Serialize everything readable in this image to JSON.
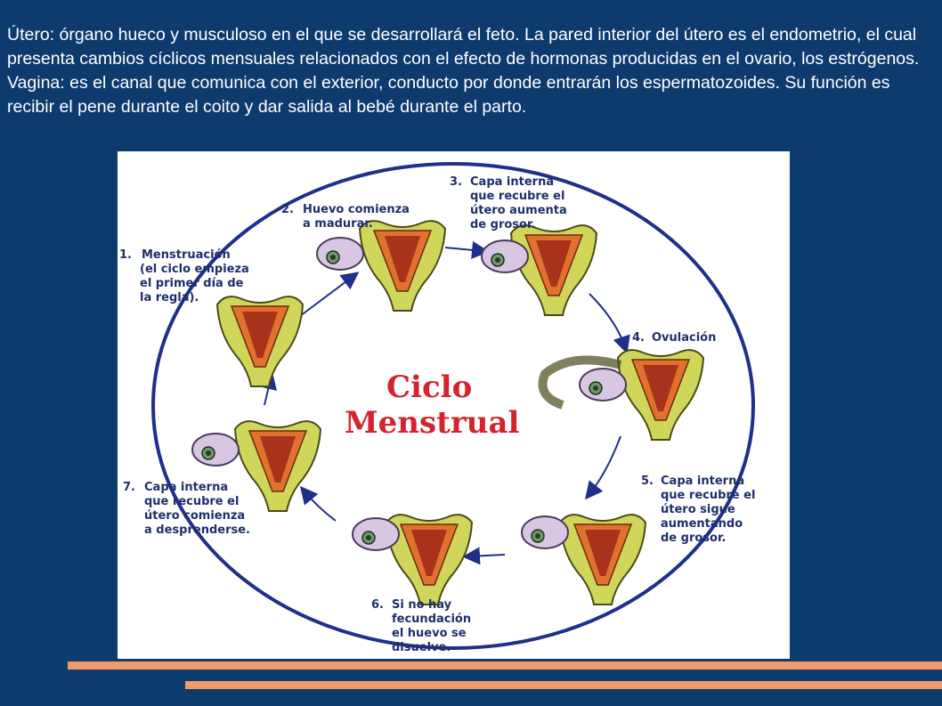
{
  "slide": {
    "paragraph1": "Útero: órgano hueco y musculoso en el que se desarrollará el feto. La pared interior del útero es el endometrio, el cual presenta cambios cíclicos mensuales relacionados con el efecto de hormonas producidas en el ovario, los estrógenos.",
    "paragraph2": "Vagina: es el canal que comunica con el exterior, conducto por donde entrarán los espermatozoides. Su función es recibir el pene durante el coito y dar salida al bebé durante el parto."
  },
  "diagram": {
    "title_line1": "Ciclo",
    "title_line2": "Menstrual",
    "stages": [
      {
        "number": "1.",
        "lines": [
          "Menstruación",
          "(el ciclo empieza",
          "el primer día de",
          "la regla)."
        ]
      },
      {
        "number": "2.",
        "lines": [
          "Huevo comienza",
          "a madurar."
        ]
      },
      {
        "number": "3.",
        "lines": [
          "Capa interna",
          "que recubre el",
          "útero aumenta",
          "de grosor."
        ]
      },
      {
        "number": "4.",
        "lines": [
          "Ovulación"
        ]
      },
      {
        "number": "5.",
        "lines": [
          "Capa interna",
          "que recubre el",
          "útero sigue",
          "aumentando",
          "de grosor."
        ]
      },
      {
        "number": "6.",
        "lines": [
          "Si no hay",
          "fecundación",
          "el huevo se",
          "disuelve."
        ]
      },
      {
        "number": "7.",
        "lines": [
          "Capa interna",
          "que recubre el",
          "útero comienza",
          "a desprenderse."
        ]
      }
    ]
  },
  "colors": {
    "background": "#0d3b6e",
    "accent_bar": "#f29a6b",
    "circle": "#1f2f8a",
    "title": "#d5232e",
    "uterus": "#cfd65a",
    "endometrium": "#e0722e",
    "ovary": "#d9c6e3"
  }
}
